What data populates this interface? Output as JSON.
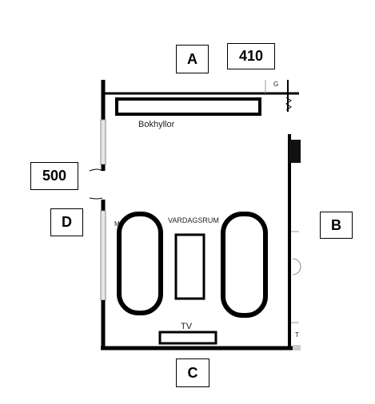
{
  "labels": {
    "a": "A",
    "b": "B",
    "c": "C",
    "d": "D",
    "width_dim": "410",
    "depth_dim": "500"
  },
  "room": {
    "name": "VARDAGSRUM",
    "bookshelf": "Bokhyllor",
    "tv": "TV",
    "edge_g": "G",
    "edge_m": "M",
    "edge_t": "T"
  }
}
